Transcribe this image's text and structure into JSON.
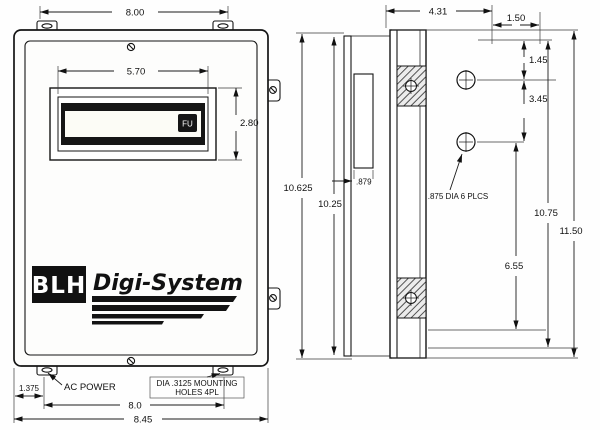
{
  "front_view": {
    "dim_top_width": "8.00",
    "dim_display_width": "5.70",
    "dim_display_height": "2.80",
    "display_badge": "FU",
    "logo_text": "BLH",
    "brand_text": "Digi-System",
    "label_ac_power": "AC POWER",
    "dim_ac_offset": "1.375",
    "dim_bolt_spacing": "8.0",
    "dim_overall_width": "8.45",
    "note_mounting_line1": "DIA .3125 MOUNTING",
    "note_mounting_line2": "HOLES 4PL"
  },
  "side_view": {
    "dim_depth": "4.31",
    "dim_back_offset": "1.50",
    "dim_hole_top_offset": "1.45",
    "dim_hole_spacing": "3.45",
    "dim_door_height": "10.625",
    "dim_body_height": "10.25",
    "dim_display_depth": ".879",
    "note_holes": ".875 DIA 6 PLCS",
    "dim_bracket_span": "10.75",
    "dim_overall_height": "11.50",
    "dim_lower_span": "6.55"
  }
}
